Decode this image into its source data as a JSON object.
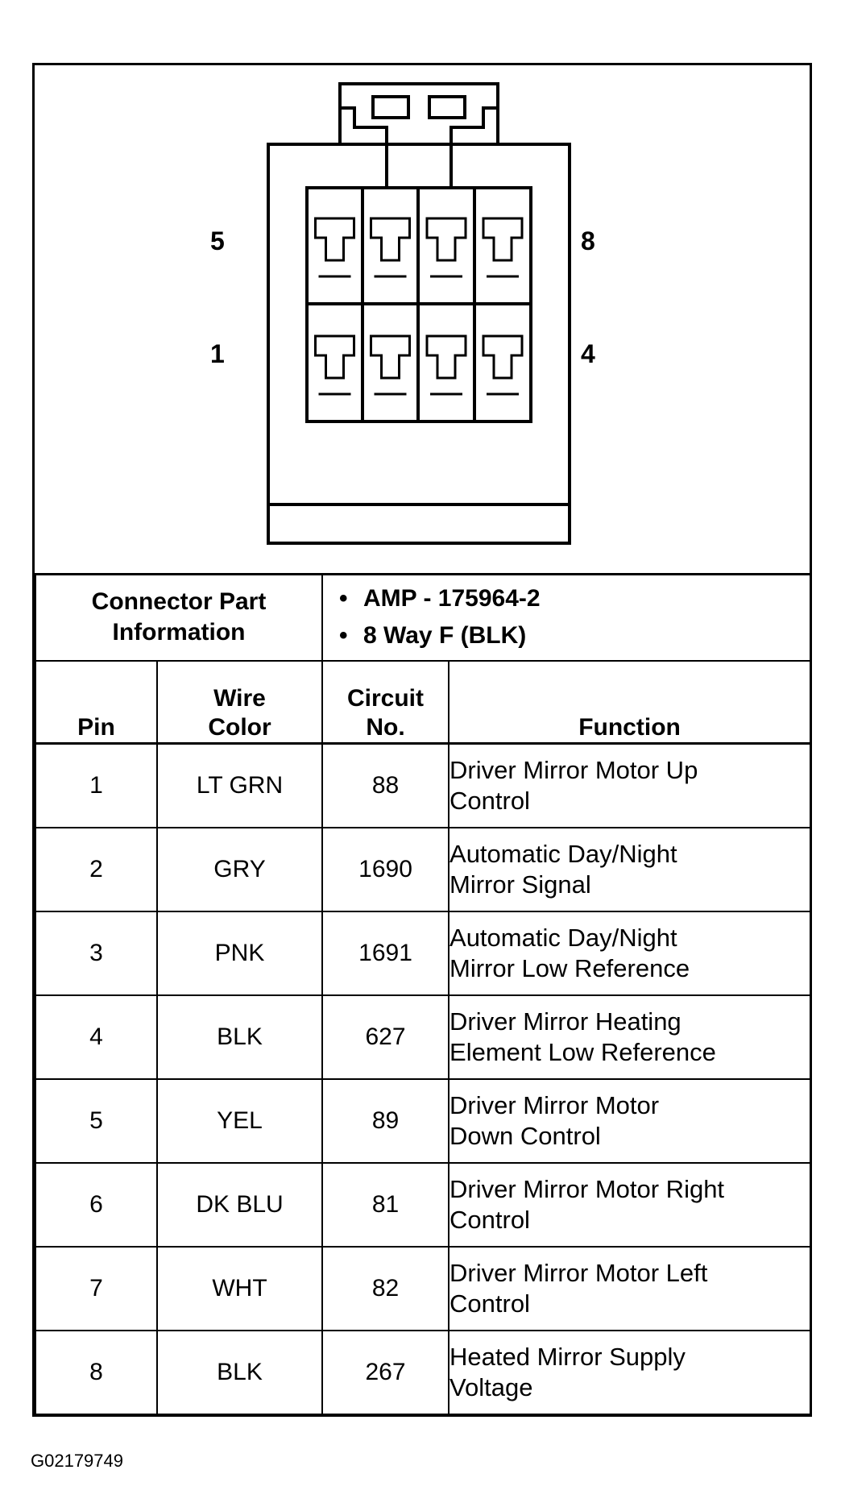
{
  "connector": {
    "pin_labels": {
      "top_left": "5",
      "top_right": "8",
      "bottom_left": "1",
      "bottom_right": "4"
    },
    "part_info_title": "Connector Part\nInformation",
    "part_info": [
      "AMP - 175964-2",
      "8 Way F (BLK)"
    ]
  },
  "table": {
    "headers": {
      "pin": "Pin",
      "wire_color": "Wire\nColor",
      "circuit": "Circuit\nNo.",
      "function": "Function"
    },
    "rows": [
      {
        "pin": "1",
        "color": "LT GRN",
        "circuit": "88",
        "function": "Driver Mirror Motor Up\nControl"
      },
      {
        "pin": "2",
        "color": "GRY",
        "circuit": "1690",
        "function": "Automatic Day/Night\nMirror Signal"
      },
      {
        "pin": "3",
        "color": "PNK",
        "circuit": "1691",
        "function": "Automatic Day/Night\nMirror Low Reference"
      },
      {
        "pin": "4",
        "color": "BLK",
        "circuit": "627",
        "function": "Driver Mirror Heating\nElement Low Reference"
      },
      {
        "pin": "5",
        "color": "YEL",
        "circuit": "89",
        "function": "Driver Mirror Motor\nDown Control"
      },
      {
        "pin": "6",
        "color": "DK BLU",
        "circuit": "81",
        "function": "Driver Mirror Motor Right\nControl"
      },
      {
        "pin": "7",
        "color": "WHT",
        "circuit": "82",
        "function": "Driver Mirror Motor Left\nControl"
      },
      {
        "pin": "8",
        "color": "BLK",
        "circuit": "267",
        "function": "Heated Mirror Supply\nVoltage"
      }
    ]
  },
  "figure_id": "G02179749"
}
